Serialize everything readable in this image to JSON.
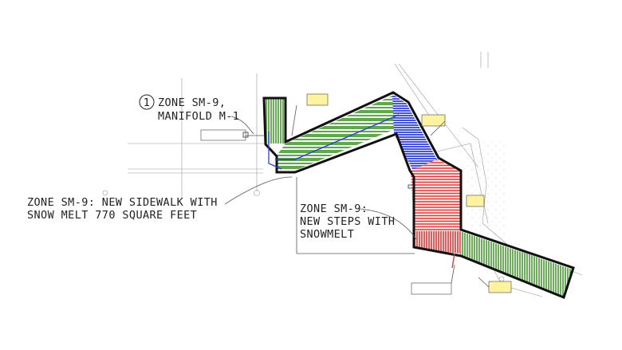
{
  "labels": {
    "zone_manifold_number": "1",
    "zone_manifold_line1": "ZONE SM-9,",
    "zone_manifold_line2": "MANIFOLD M-1",
    "sidewalk_line1": "ZONE SM-9: NEW SIDEWALK WITH",
    "sidewalk_line2": "SNOW MELT 770 SQUARE FEET",
    "steps_line1": "ZONE SM-9:",
    "steps_line2": "NEW STEPS WITH",
    "steps_line3": "SNOWMELT"
  },
  "colors": {
    "green_zone": "#4e9a3a",
    "blue_zone": "#2f3fcf",
    "red_zone": "#d93b3b",
    "tag_fill": "#fff3a0"
  }
}
